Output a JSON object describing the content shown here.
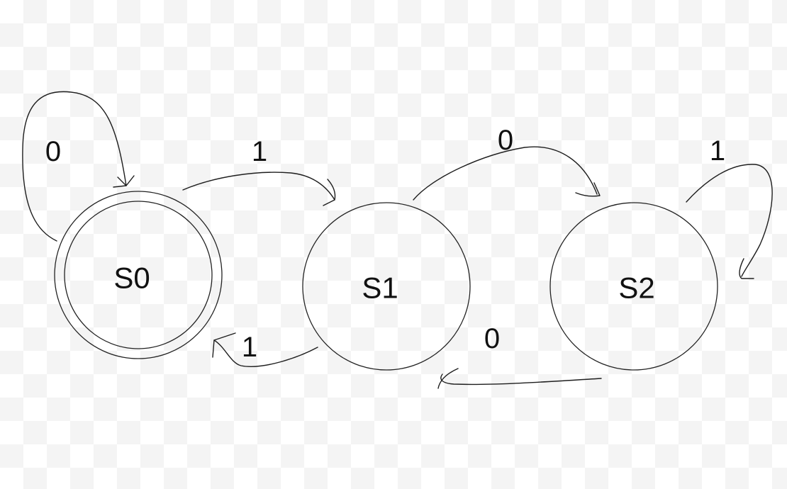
{
  "states": {
    "s0": {
      "label": "S0",
      "accepting": true
    },
    "s1": {
      "label": "S1",
      "accepting": false
    },
    "s2": {
      "label": "S2",
      "accepting": false
    }
  },
  "transitions": {
    "s0_self": {
      "from": "S0",
      "to": "S0",
      "label": "0"
    },
    "s0_to_s1": {
      "from": "S0",
      "to": "S1",
      "label": "1"
    },
    "s1_to_s2": {
      "from": "S1",
      "to": "S2",
      "label": "0"
    },
    "s2_self": {
      "from": "S2",
      "to": "S2",
      "label": "1"
    },
    "s1_to_s0": {
      "from": "S1",
      "to": "S0",
      "label": "1"
    },
    "s2_to_s1": {
      "from": "S2",
      "to": "S1",
      "label": "0"
    }
  },
  "style": {
    "ink_color": "#1e1e1e",
    "background": "#ffffff",
    "checker_color": "#f4f4f4"
  }
}
